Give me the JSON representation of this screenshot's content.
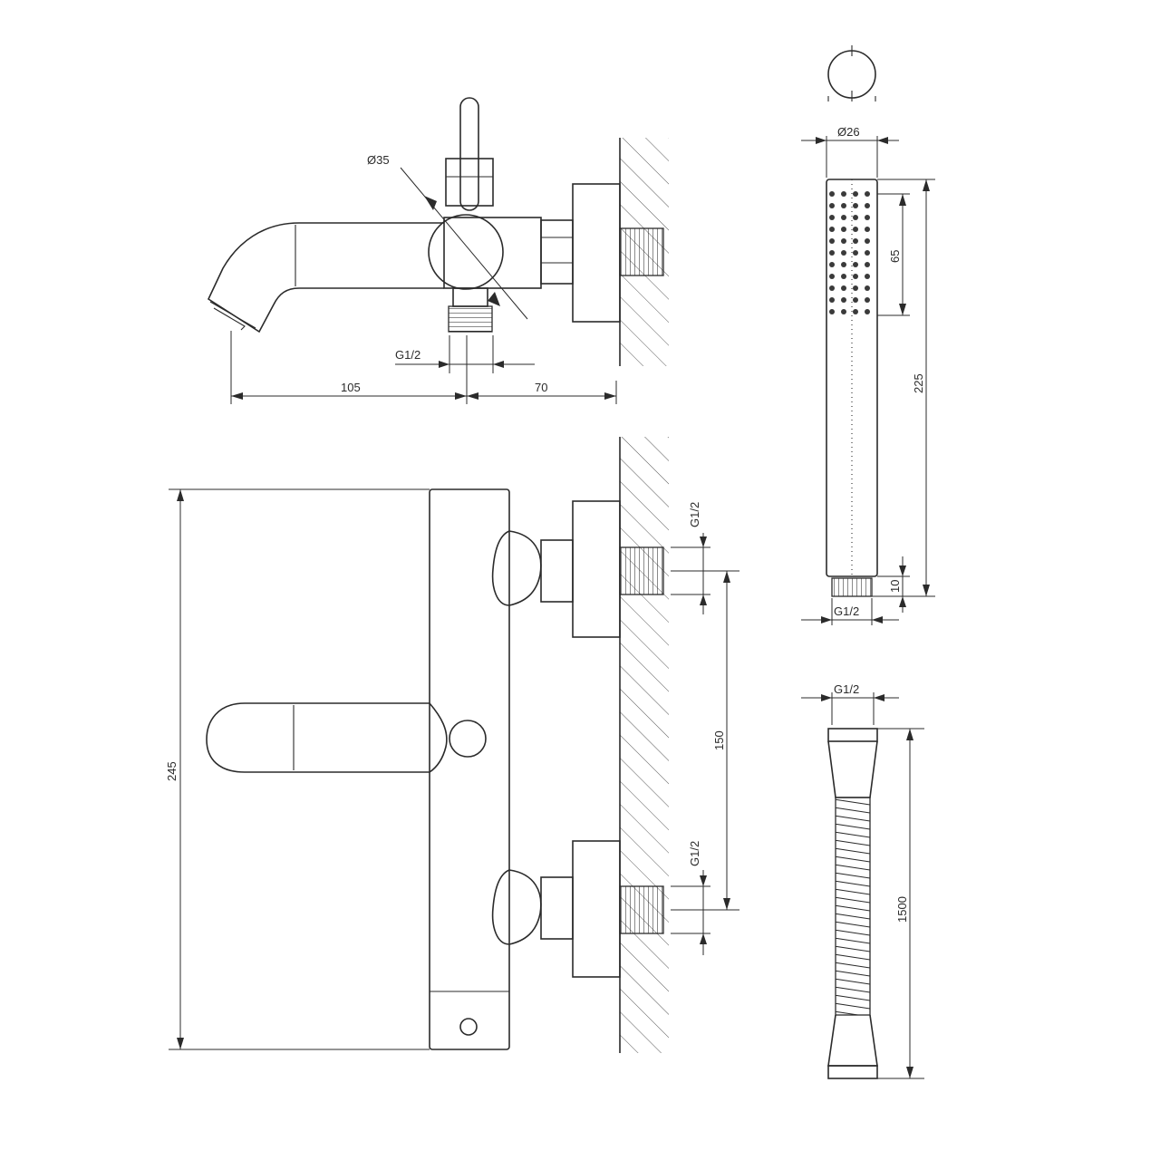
{
  "labels": {
    "dia_handle_knob": "Ø35",
    "thread_top": "G1/2",
    "dim_spout": "105",
    "dim_body_offset": "70",
    "dim_height": "245",
    "thread_inlet_upper": "G1/2",
    "dim_centers": "150",
    "thread_inlet_lower": "G1/2",
    "dia_hand_shower": "Ø26",
    "dim_spray_face": "65",
    "dim_hand_shower_len": "225",
    "dim_thread_len": "10",
    "thread_hand_shower": "G1/2",
    "thread_hose": "G1/2",
    "dim_hose_len": "1500"
  },
  "hand_shower": {
    "nozzle_rows": 11,
    "nozzle_cols": 4
  }
}
